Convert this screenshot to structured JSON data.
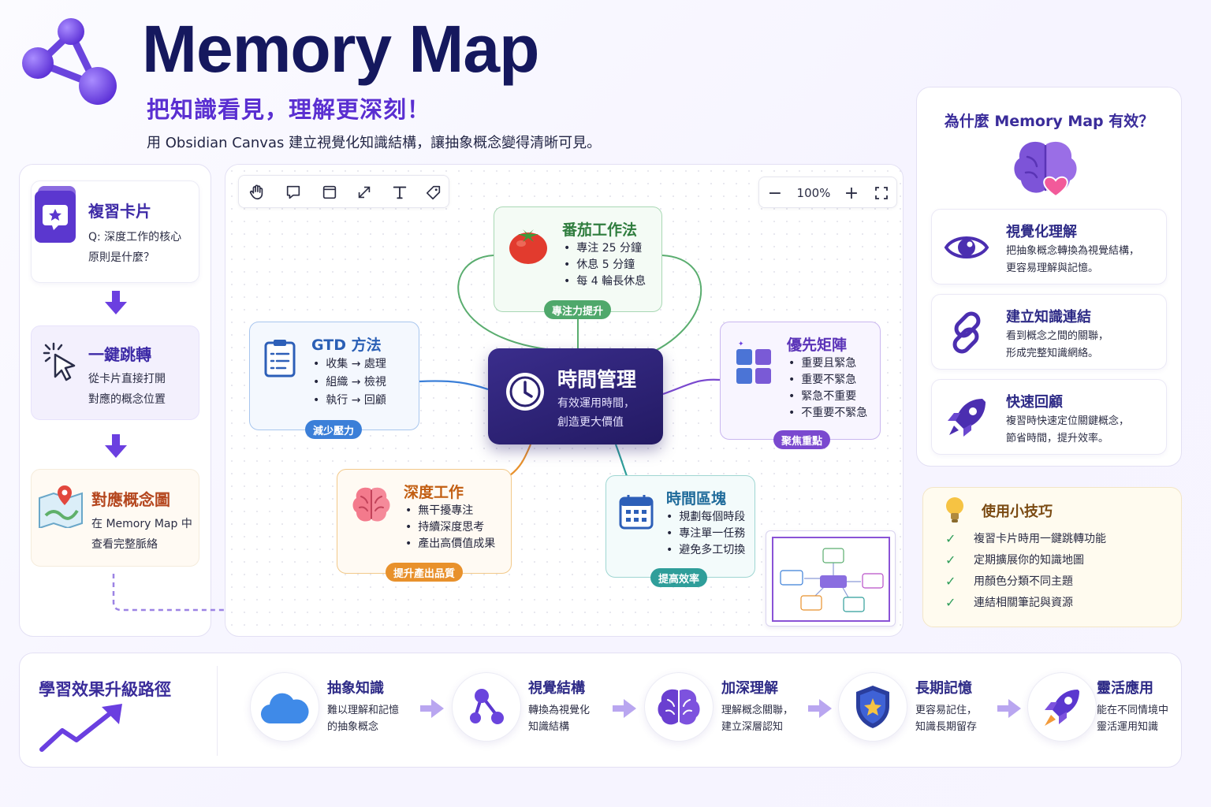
{
  "header": {
    "title": "Memory Map",
    "tagline": "把知識看見，理解更深刻！",
    "subtitle": "用 Obsidian Canvas 建立視覺化知識結構，讓抽象概念變得清晰可見。"
  },
  "flow": {
    "review_card": {
      "title": "複習卡片",
      "text": "Q: 深度工作的核心\n原則是什麼？"
    },
    "one_click": {
      "title": "一鍵跳轉",
      "text": "從卡片直接打開\n對應的概念位置"
    },
    "concept_map": {
      "title": "對應概念圖",
      "text": "在 Memory Map 中\n查看完整脈絡"
    }
  },
  "canvas": {
    "zoom": "100%",
    "center": {
      "title": "時間管理",
      "subtitle": "有效運用時間，\n創造更大價值"
    },
    "nodes": {
      "pomodoro": {
        "title": "番茄工作法",
        "bullets": [
          "專注 25 分鐘",
          "休息 5 分鐘",
          "每 4 輪長休息"
        ],
        "tag": "專注力提升",
        "color": "#4fa86b"
      },
      "gtd": {
        "title": "GTD 方法",
        "bullets": [
          "收集 → 處理",
          "組織 → 檢視",
          "執行 → 回顧"
        ],
        "tag": "減少壓力",
        "color": "#3b7fd8"
      },
      "matrix": {
        "title": "優先矩陣",
        "bullets": [
          "重要且緊急",
          "重要不緊急",
          "緊急不重要",
          "不重要不緊急"
        ],
        "tag": "聚焦重點",
        "color": "#7a49cf"
      },
      "deep_work": {
        "title": "深度工作",
        "bullets": [
          "無干擾專注",
          "持續深度思考",
          "產出高價值成果"
        ],
        "tag": "提升產出品質",
        "color": "#e8912c"
      },
      "time_block": {
        "title": "時間區塊",
        "bullets": [
          "規劃每個時段",
          "專注單一任務",
          "避免多工切換"
        ],
        "tag": "提高效率",
        "color": "#2f9e9a"
      }
    }
  },
  "why": {
    "title": "為什麼 Memory Map 有效？",
    "items": [
      {
        "title": "視覺化理解",
        "desc": "把抽象概念轉換為視覺結構，\n更容易理解與記憶。",
        "icon": "eye-icon"
      },
      {
        "title": "建立知識連結",
        "desc": "看到概念之間的關聯，\n形成完整知識網絡。",
        "icon": "link-icon"
      },
      {
        "title": "快速回顧",
        "desc": "複習時快速定位關鍵概念，\n節省時間，提升效率。",
        "icon": "rocket-icon"
      }
    ]
  },
  "tips": {
    "title": "使用小技巧",
    "items": [
      "複習卡片時用一鍵跳轉功能",
      "定期擴展你的知識地圖",
      "用顏色分類不同主題",
      "連結相關筆記與資源"
    ]
  },
  "path": {
    "title": "學習效果升級路徑",
    "steps": [
      {
        "title": "抽象知識",
        "desc": "難以理解和記憶\n的抽象概念",
        "icon": "cloud-icon"
      },
      {
        "title": "視覺結構",
        "desc": "轉換為視覺化\n知識結構",
        "icon": "graph-icon"
      },
      {
        "title": "加深理解",
        "desc": "理解概念關聯，\n建立深層認知",
        "icon": "brain-icon"
      },
      {
        "title": "長期記憶",
        "desc": "更容易記住，\n知識長期留存",
        "icon": "shield-icon"
      },
      {
        "title": "靈活應用",
        "desc": "能在不同情境中\n靈活運用知識",
        "icon": "rocket-icon"
      }
    ]
  },
  "colors": {
    "brand": "#15185e",
    "accent": "#5a2fd1",
    "purple": "#7a49cf"
  }
}
